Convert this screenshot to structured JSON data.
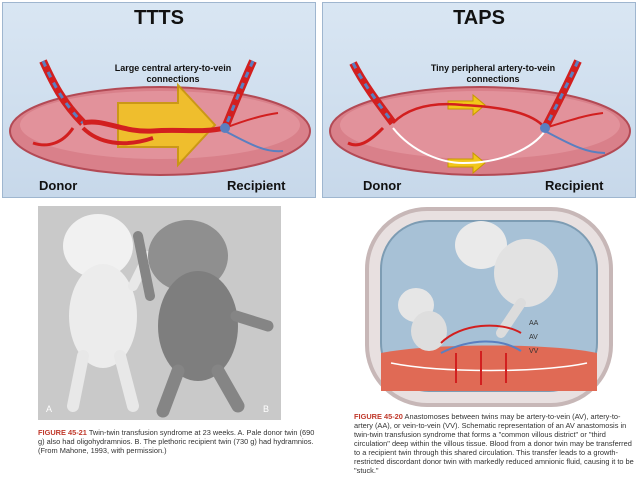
{
  "top_left_panel": {
    "title": "TTTS",
    "note": "Large central artery-to-vein connections",
    "donor_label": "Donor",
    "recipient_label": "Recipient"
  },
  "top_right_panel": {
    "title": "TAPS",
    "note": "Tiny peripheral artery-to-vein connections",
    "donor_label": "Donor",
    "recipient_label": "Recipient"
  },
  "photo": {
    "label_a": "A",
    "label_b": "B"
  },
  "figure_left": {
    "number": "FIGURE 45-21",
    "caption": "Twin-twin transfusion syndrome at 23 weeks. A. Pale donor twin (690 g) also had oligohydramnios. B. The plethoric recipient twin (730 g) had hydramnios. (From Mahone, 1993, with permission.)"
  },
  "figure_right": {
    "number": "FIGURE 45-20",
    "caption": "Anastomoses between twins may be artery-to-vein (AV), artery-to-artery (AA), or vein-to-vein (VV). Schematic representation of an AV anastomosis in twin-twin transfusion syndrome that forms a \"common villous district\" or \"third circulation\" deep within the villous tissue. Blood from a donor twin may be transferred to a recipient twin through this shared circulation. This transfer leads to a growth-restricted discordant donor twin with markedly reduced amnionic fluid, causing it to be \"stuck.\"",
    "labels": {
      "aa": "AA",
      "av": "AV",
      "vv": "VV"
    }
  },
  "colors": {
    "placenta": "#d9808a",
    "artery": "#d21f1f",
    "vein": "#5a7fc0",
    "arrow": "#f2c61a",
    "panel_bg": "#cddcec"
  }
}
